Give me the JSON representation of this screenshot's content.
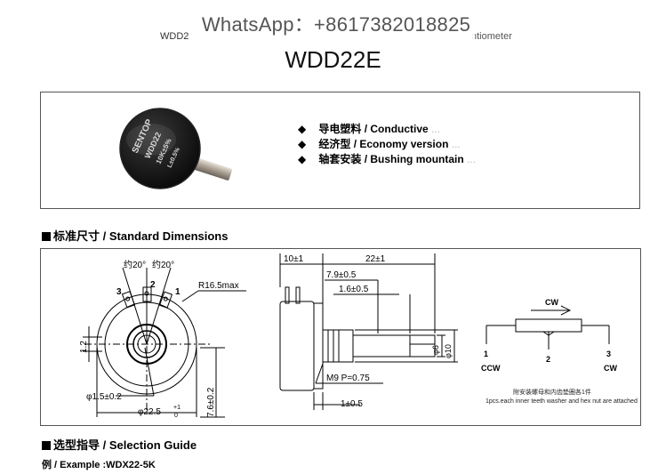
{
  "header": {
    "watermark": "WhatsApp：+8617382018825",
    "subtitle_left": "WDD2",
    "subtitle_right": "ntiometer",
    "title": "WDD22E"
  },
  "product": {
    "label_top": "SENTOP",
    "label_model": "WDD22",
    "label_value": "10K±5%",
    "label_linearity": "L±0.5%"
  },
  "features": {
    "bullet": "◆",
    "items": [
      {
        "cn": "导电塑料",
        "en": "/ Conductive",
        "tail": "..."
      },
      {
        "cn": "经济型",
        "en": "/ Economy version",
        "tail": "..."
      },
      {
        "cn": "轴套安装",
        "en": "/ Bushing mountain",
        "tail": "..."
      }
    ]
  },
  "dimensions": {
    "section_title": "标准尺寸 / Standard Dimensions",
    "front": {
      "angle_left": "约20°",
      "angle_right": "约20°",
      "terminals": [
        "3",
        "2",
        "1"
      ],
      "radius": "R16.5max",
      "offset": "1.2",
      "hole": "φ1.5±0.2",
      "diameter": "φ22.5",
      "tol_plus": "+1",
      "tol_zero": "0",
      "height": "7.6±0.2"
    },
    "side": {
      "top_left": "10±1",
      "top_right": "22±1",
      "d1": "7.9±0.5",
      "d2": "1.6±0.5",
      "shaft_dia": "φ6",
      "bush_dia": "φ10",
      "thread": "M9  P=0.75",
      "bottom": "1±0.5"
    },
    "schematic": {
      "cw": "CW",
      "ccw": "CCW",
      "pins": [
        "1",
        "2",
        "3"
      ],
      "note_cn": "附安装螺母和内齿垫圈各1件",
      "note_en": "1pcs.each inner teeth washer and hex nut are attached"
    }
  },
  "selection": {
    "section_title": "选型指导 / Selection Guide",
    "example": "例 / Example :WDX22-5K"
  }
}
